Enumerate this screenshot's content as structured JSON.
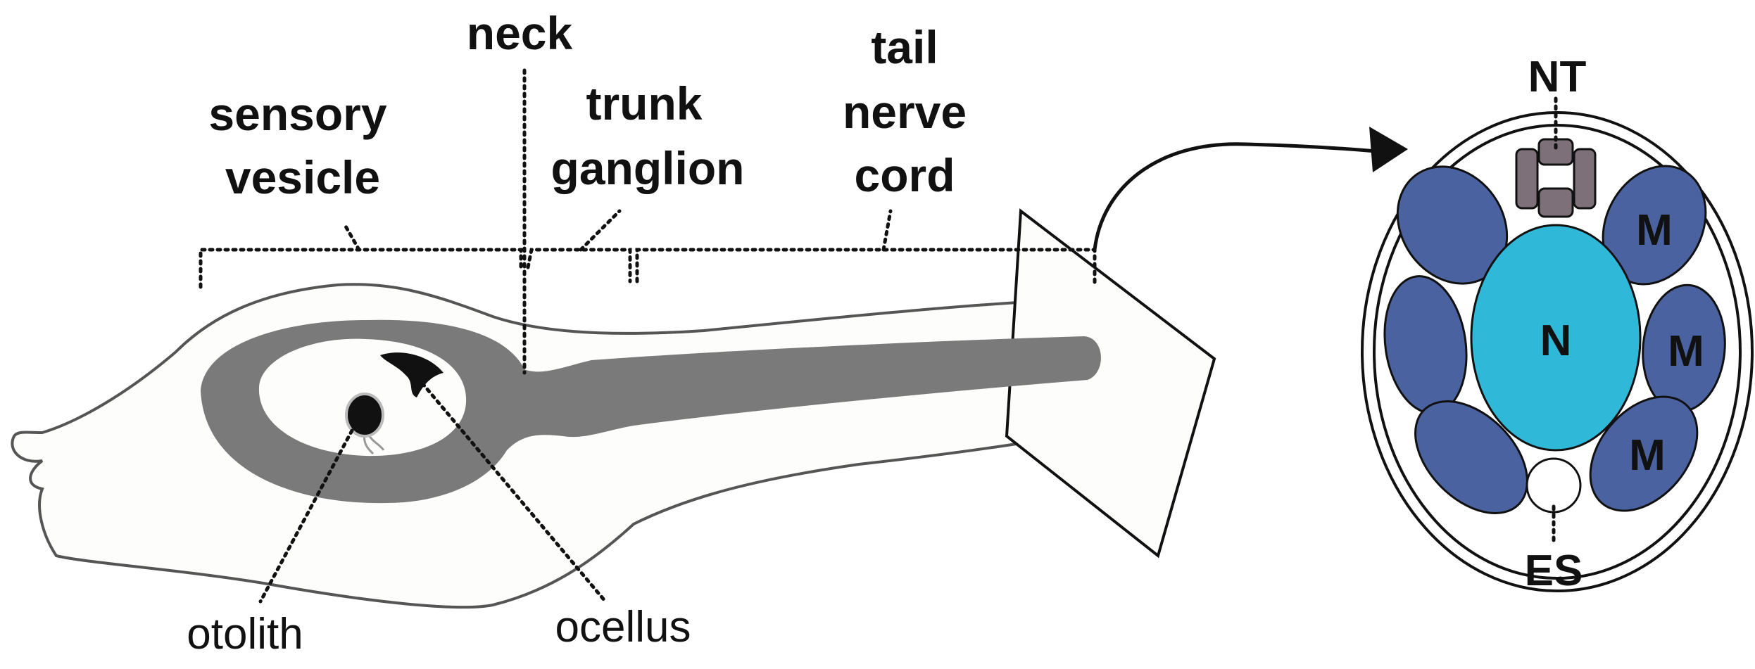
{
  "labels": {
    "neck": "neck",
    "sensory_vesicle": [
      "sensory",
      "vesicle"
    ],
    "trunk_ganglion": [
      "trunk",
      "ganglion"
    ],
    "tail_nerve_cord": [
      "tail",
      "nerve",
      "cord"
    ],
    "otolith": "otolith",
    "ocellus": "ocellus"
  },
  "cross_section": {
    "notochord_neural_tube": "NT",
    "nerve_cord": "N",
    "muscle_1": "M",
    "muscle_2": "M",
    "muscle_3": "M",
    "epidermal_structure": "ES"
  },
  "colors": {
    "nervous_system": "#7a7a7a",
    "nerve_cord_section": "#2fb8d8",
    "muscle": "#4a62a0",
    "nt_cells": "#7d7078",
    "body_fill": "#fdfdfc",
    "outline": "#111111"
  }
}
